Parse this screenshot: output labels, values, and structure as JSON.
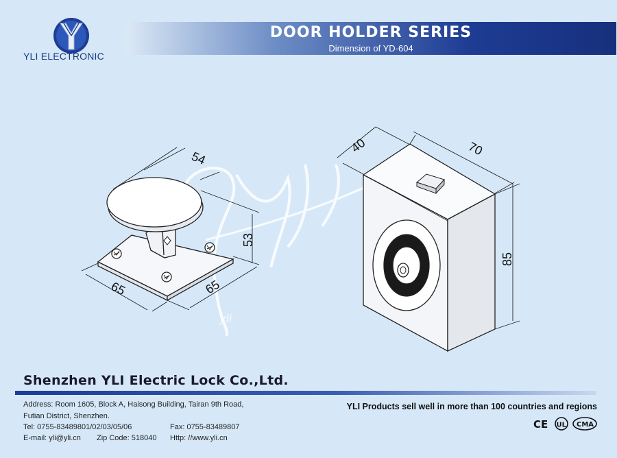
{
  "header": {
    "company_short": "YLI ELECTRONIC",
    "series_title": "DOOR HOLDER SERIES",
    "subtitle": "Dimension of YD-604"
  },
  "drawing": {
    "watermark": "yli",
    "holder_dims": {
      "diameter": "54",
      "height": "53",
      "base_width": "65",
      "base_depth": "65"
    },
    "magnet_dims": {
      "depth": "40",
      "width": "70",
      "height": "85"
    }
  },
  "footer": {
    "company_name": "Shenzhen YLI Electric Lock Co.,Ltd.",
    "address_line1": "Address: Room 1605, Block A, Haisong Building, Tairan 9th Road,",
    "address_line2": "Futian District, Shenzhen.",
    "tel": "Tel: 0755-83489801/02/03/05/06",
    "fax": "Fax: 0755-83489807",
    "email": "E-mail: yli@yli.cn",
    "zip": "Zip Code: 518040",
    "http": "Http: //www.yli.cn",
    "slogan": "YLI Products sell well in more than 100 countries and regions",
    "certifications": [
      "CE",
      "UL",
      "CMA"
    ]
  },
  "colors": {
    "background": "#d6e8f8",
    "brand_blue": "#1e3c94"
  }
}
